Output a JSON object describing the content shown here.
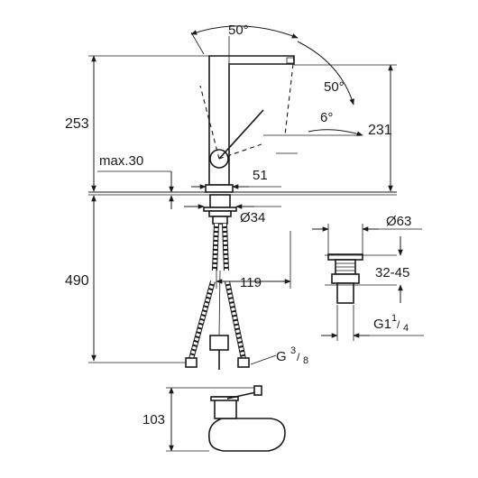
{
  "dimensions": {
    "angle_swivel": "50°",
    "angle_lever": "50°",
    "angle_tilt": "6°",
    "height_total": "253",
    "height_spout": "231",
    "max_thickness": "max.30",
    "lever_offset": "51",
    "hole_diameter": "Ø34",
    "hose_length": "490",
    "reach": "119",
    "hose_thread": "G",
    "hose_thread_fraction_num": "3",
    "hose_thread_fraction_den": "8",
    "side_view_height": "103",
    "waste_diameter": "Ø63",
    "waste_range": "32-45",
    "waste_thread": "G1",
    "waste_thread_fraction_num": "1",
    "waste_thread_fraction_den": "4"
  }
}
